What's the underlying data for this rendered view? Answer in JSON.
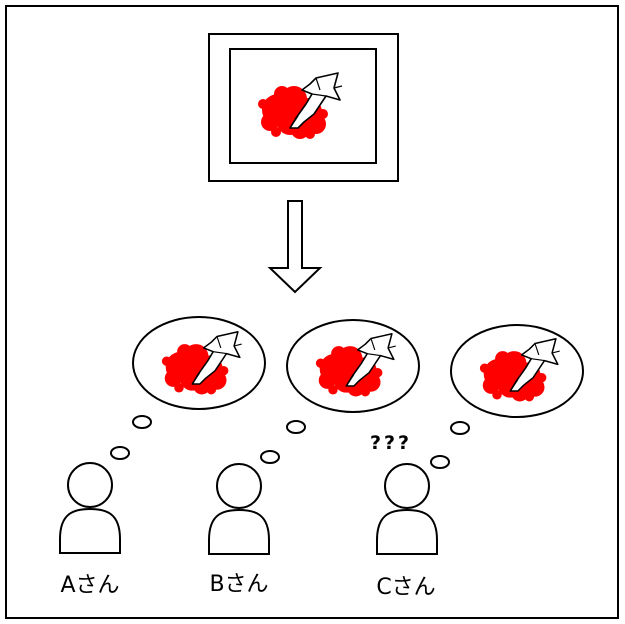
{
  "people": [
    {
      "label": "Aさん"
    },
    {
      "label": "Bさん"
    },
    {
      "label": "Cさん"
    }
  ],
  "confusion_mark": "???",
  "colors": {
    "paint": "#ff0000",
    "line": "#000000",
    "background": "#ffffff"
  },
  "icons": {
    "painting": "framed-painting-icon",
    "arrow": "down-arrow-icon",
    "thought": "thought-bubble-icon",
    "person": "person-icon"
  }
}
